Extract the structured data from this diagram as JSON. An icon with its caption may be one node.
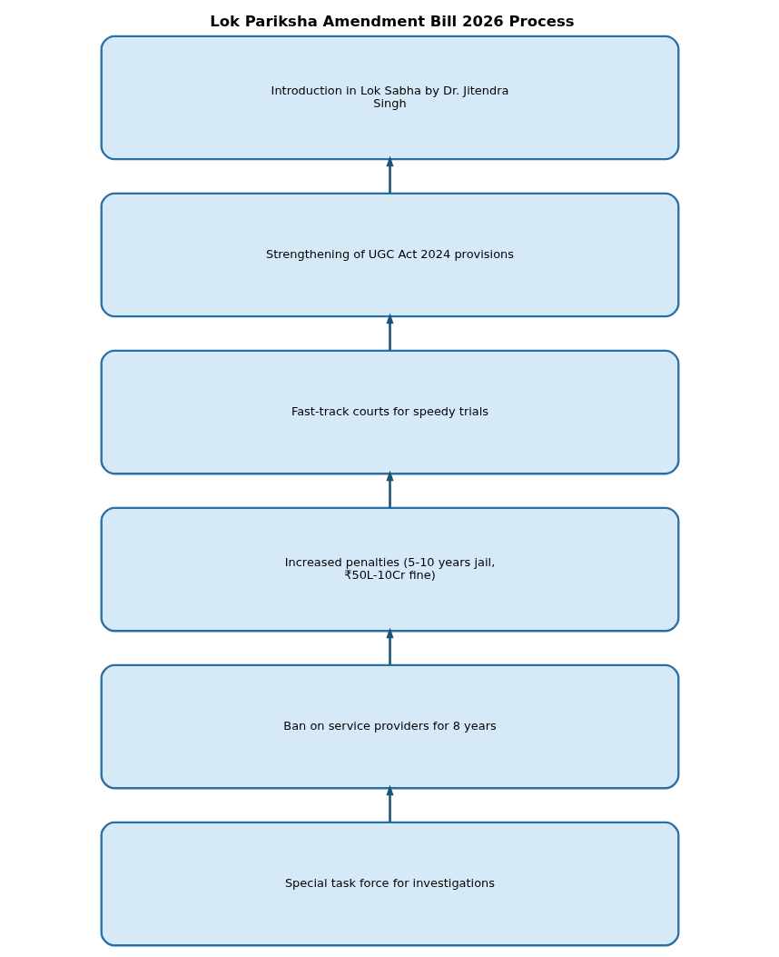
{
  "diagram": {
    "title": "Lok Pariksha Amendment Bill 2026 Process",
    "nodes": [
      {
        "text": [
          "Introduction in Lok Sabha by Dr. Jitendra Singh"
        ]
      },
      {
        "text": [
          "Strengthening of UGC Act 2024 provisions"
        ]
      },
      {
        "text": [
          "Fast-track courts for speedy trials"
        ]
      },
      {
        "text": [
          "Increased penalties (5-10 years jail, ₹50L-10Cr fine)"
        ]
      },
      {
        "text": [
          "Ban on service providers for 8 years"
        ]
      },
      {
        "text": [
          "Special task force for investigations"
        ]
      }
    ],
    "edges": [
      {
        "from": 1,
        "to": 0,
        "arrow": "to"
      },
      {
        "from": 2,
        "to": 1,
        "arrow": "to"
      },
      {
        "from": 3,
        "to": 2,
        "arrow": "to"
      },
      {
        "from": 4,
        "to": 3,
        "arrow": "to"
      },
      {
        "from": 5,
        "to": 4,
        "arrow": "to"
      }
    ]
  }
}
